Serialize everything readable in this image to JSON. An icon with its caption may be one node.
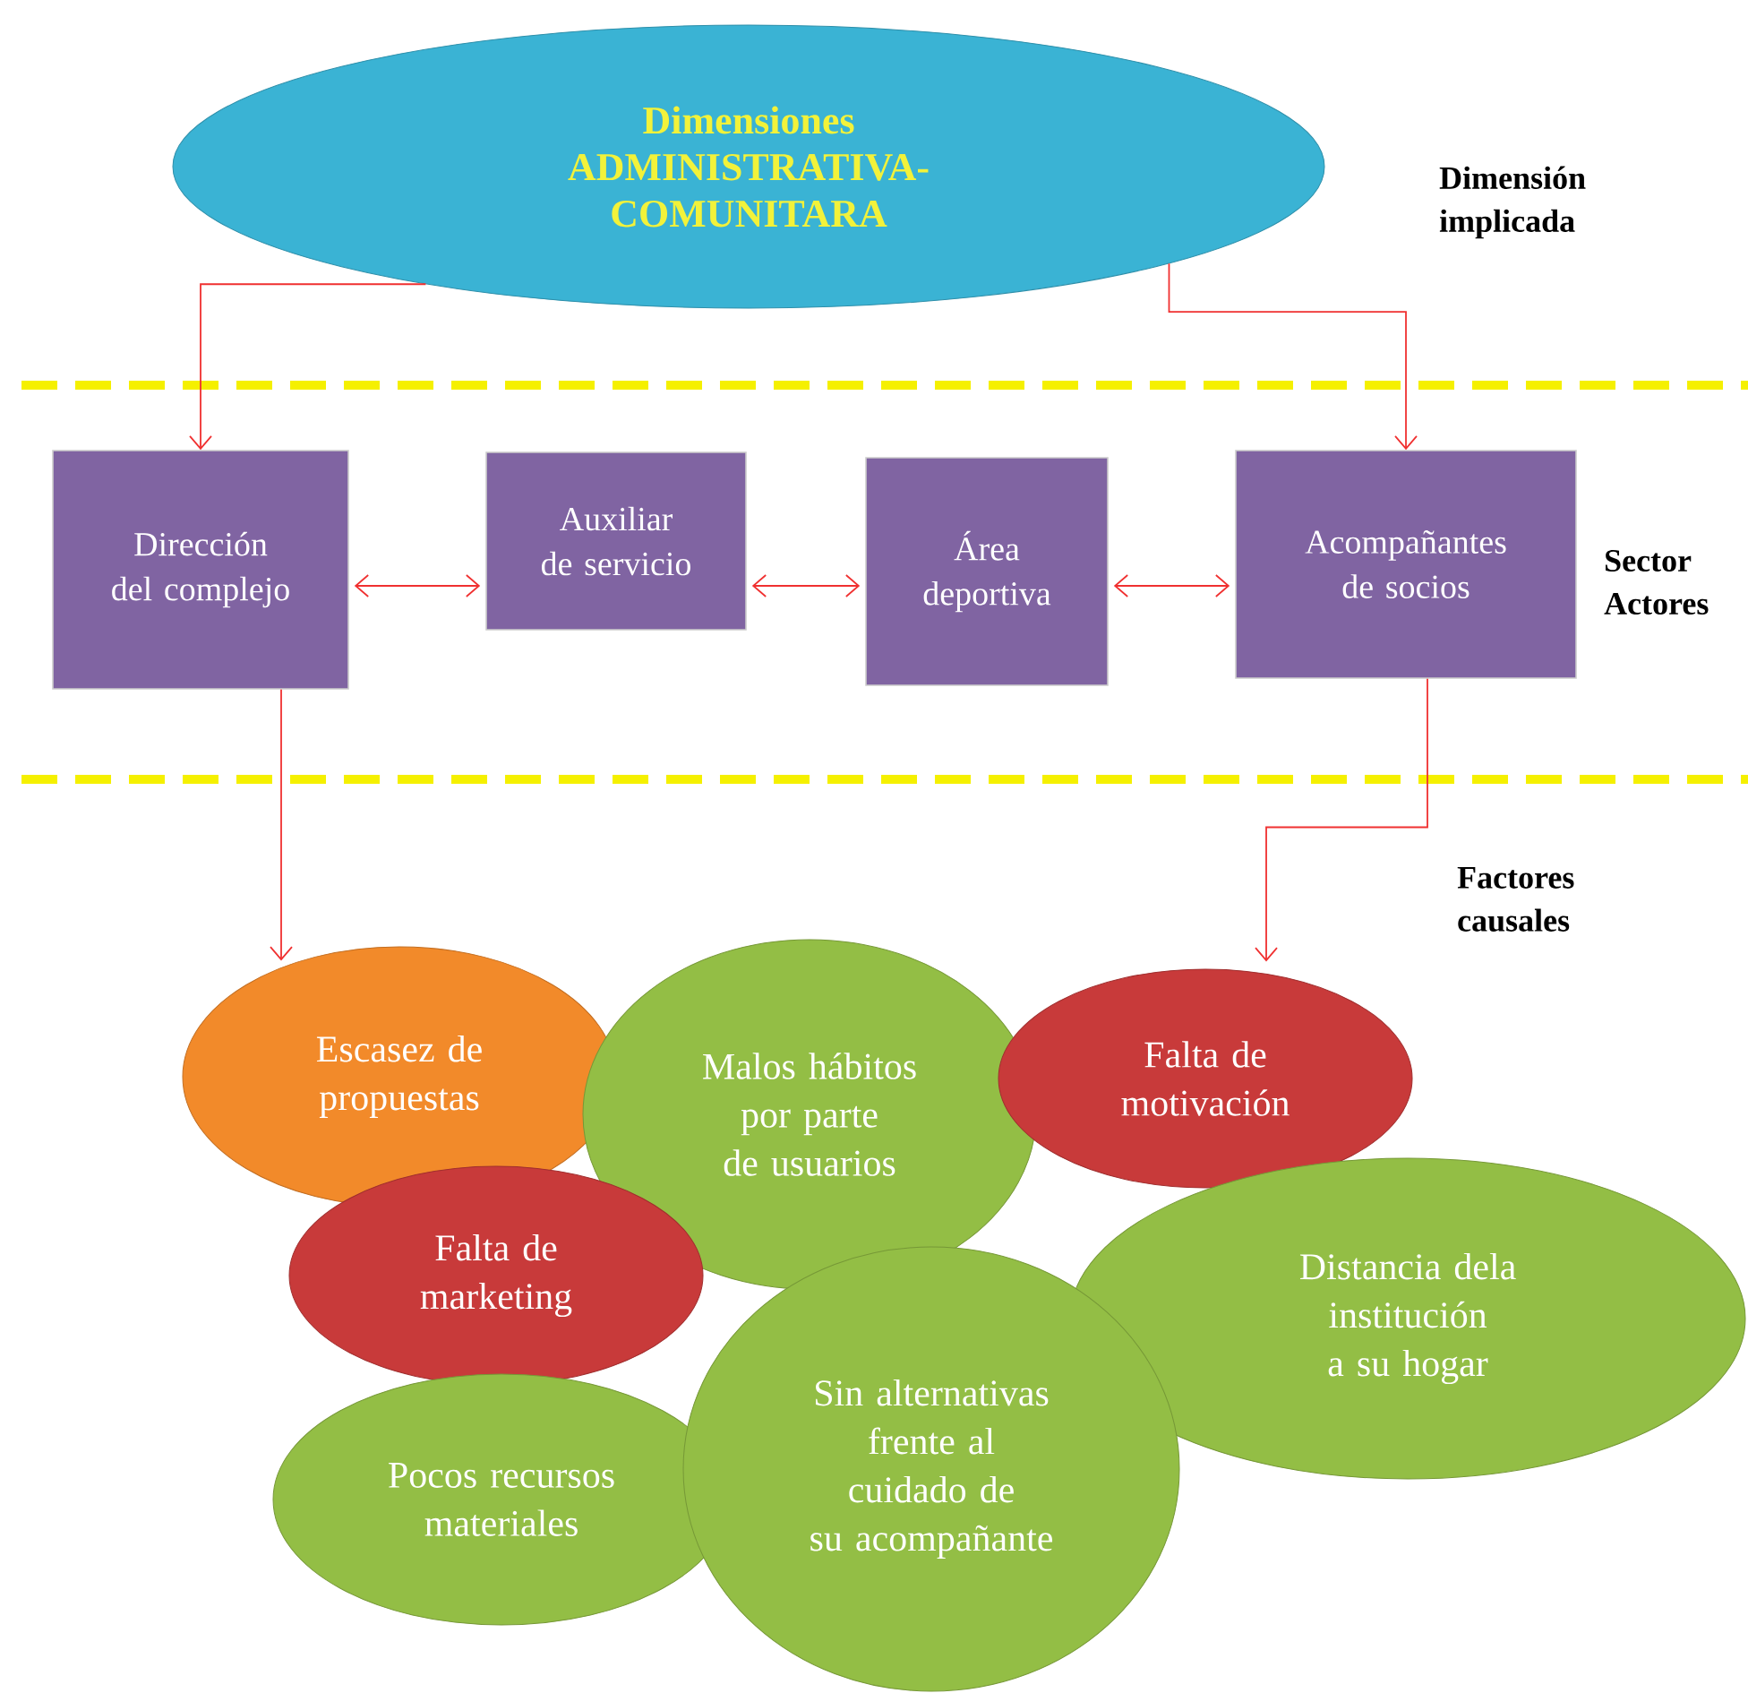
{
  "diagram": {
    "nodes": [
      {
        "text": [
          "Dimensiones ADMINISTRATIVA- COMUNITARA"
        ]
      },
      {
        "text": [
          "Dirección del complejo"
        ]
      },
      {
        "text": [
          "Auxiliar de servicio"
        ]
      },
      {
        "text": [
          "Área deportiva"
        ]
      },
      {
        "text": [
          "Acompañantes de socios"
        ]
      },
      {
        "text": [
          "Escasez de propuestas"
        ]
      },
      {
        "text": [
          "Malos hábitos por parte de usuarios"
        ]
      },
      {
        "text": [
          "Falta de motivación"
        ]
      },
      {
        "text": [
          "Falta de marketing"
        ]
      },
      {
        "text": [
          "Distancia dela institución a su hogar"
        ]
      },
      {
        "text": [
          "Pocos recursos materiales"
        ]
      },
      {
        "text": [
          "Sin alternativas frente al cuidado de su acompañante"
        ]
      }
    ],
    "edges": [
      {
        "from": 0,
        "to": 1,
        "arrow": "to"
      },
      {
        "from": 0,
        "to": 4,
        "arrow": "to"
      },
      {
        "from": 1,
        "to": 2,
        "arrow": "both"
      },
      {
        "from": 2,
        "to": 3,
        "arrow": "both"
      },
      {
        "from": 3,
        "to": 4,
        "arrow": "both"
      },
      {
        "from": 1,
        "to": 5,
        "arrow": "to"
      },
      {
        "from": 4,
        "to": 7,
        "arrow": "to"
      }
    ],
    "labels": [
      "Dimensión implicada",
      "Sector Actores",
      "Factores causales"
    ]
  }
}
